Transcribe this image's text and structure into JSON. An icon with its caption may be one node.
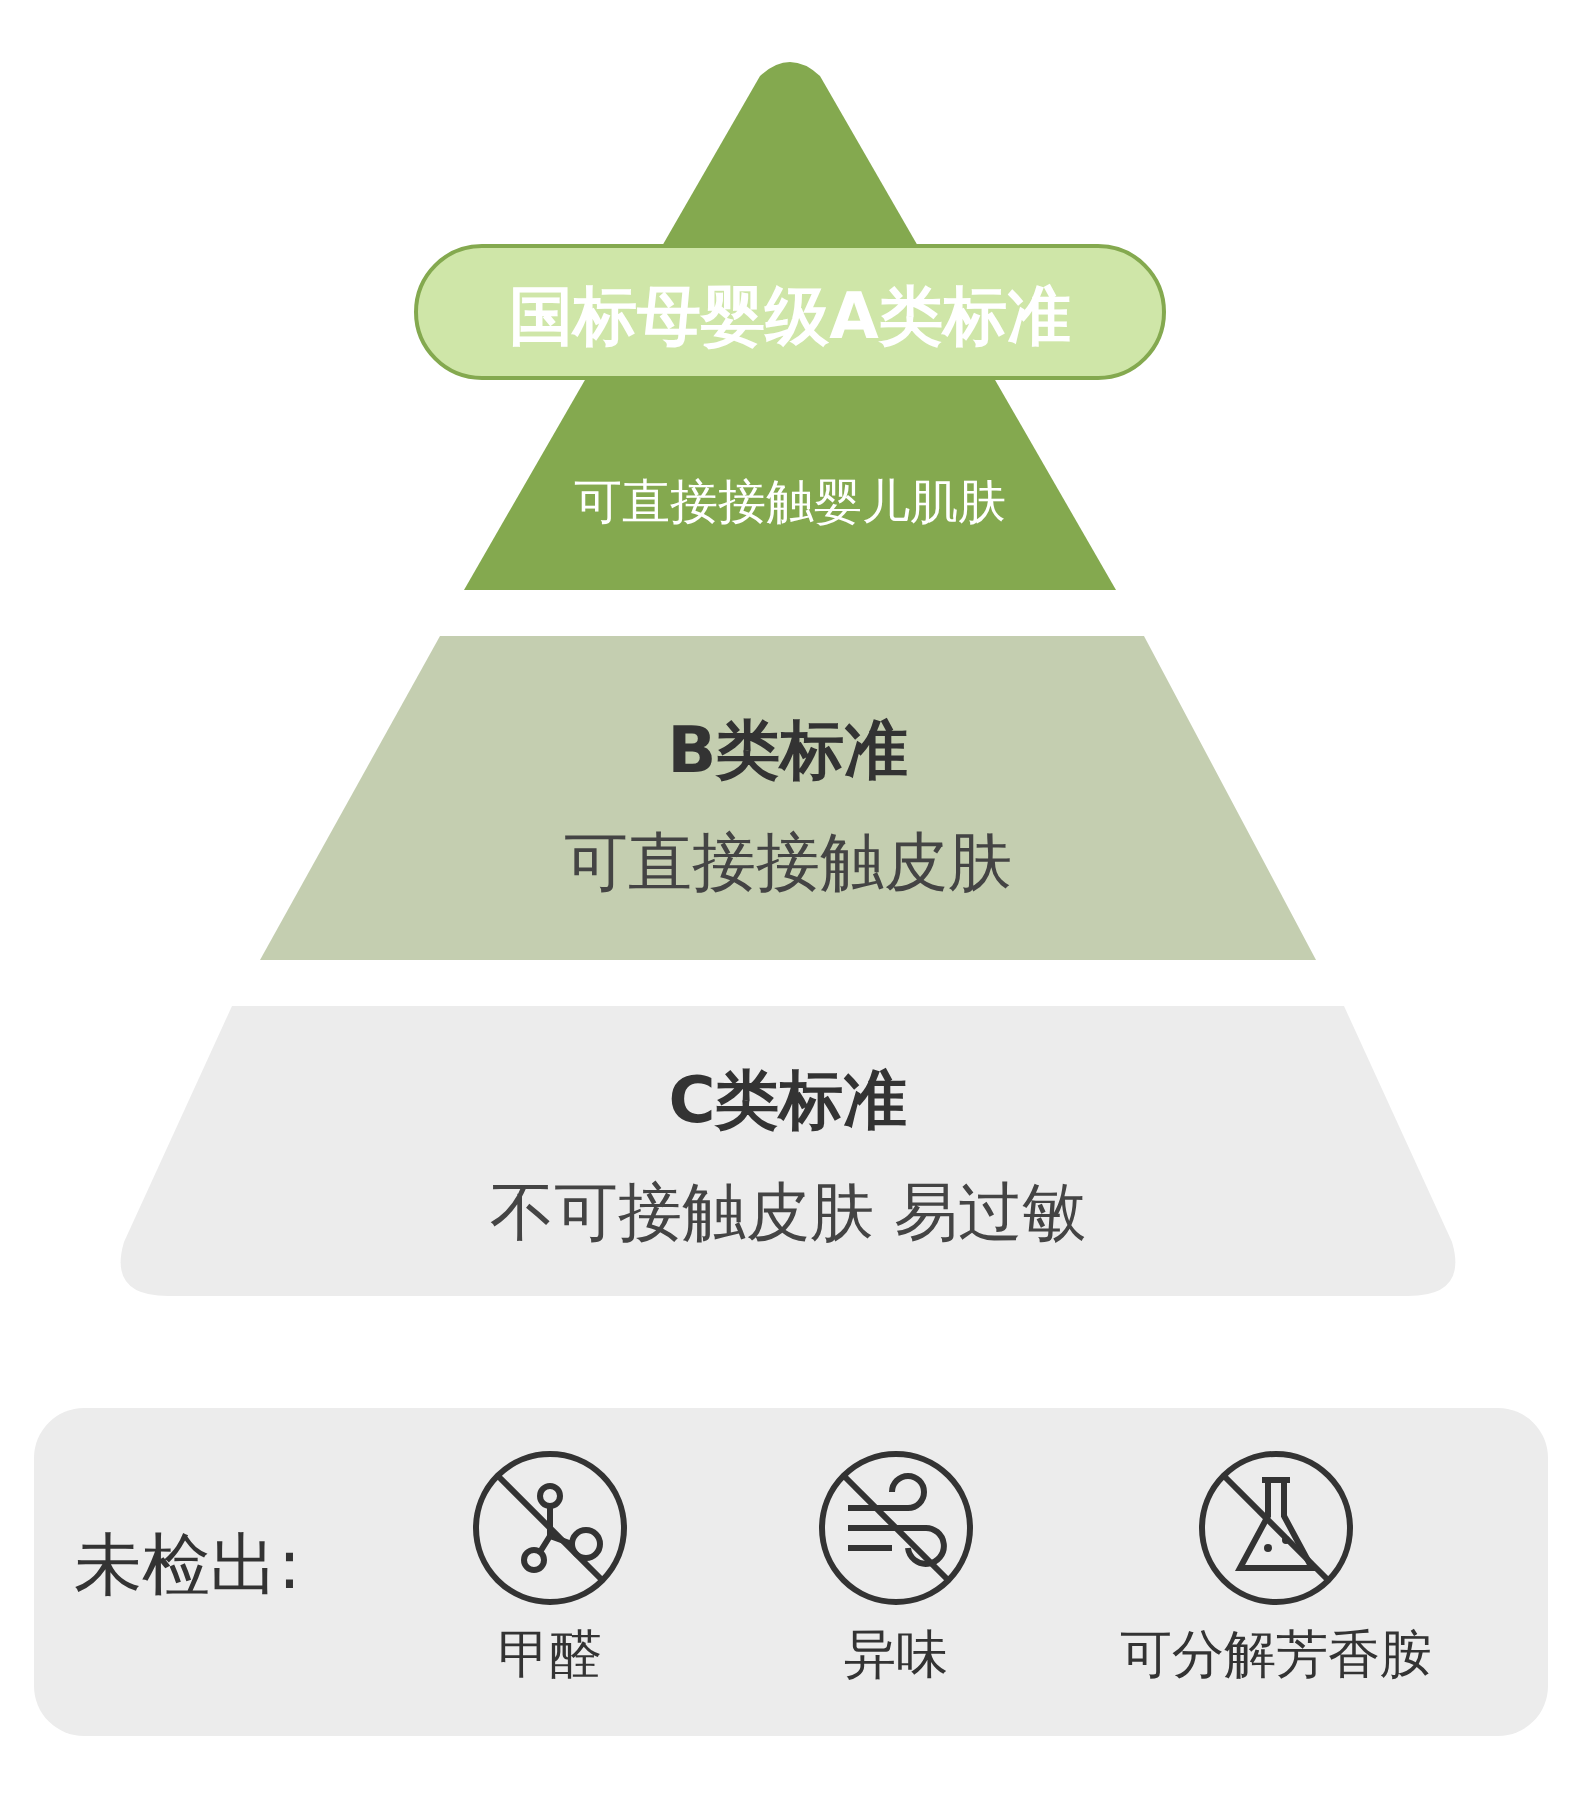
{
  "diagram": {
    "nodes": [
      {
        "text": [
          "国标母婴级A类标准"
        ]
      },
      {
        "text": [
          "可直接接触婴儿肌肤"
        ]
      },
      {
        "text": [
          "B类标准",
          "可直接接触皮肤"
        ]
      },
      {
        "text": [
          "C类标准",
          "不可接触皮肤 易过敏"
        ]
      },
      {
        "text": [
          "未检出:"
        ]
      }
    ],
    "edges": [],
    "labels": [
      "甲醛",
      "异味",
      "可分解芳香胺"
    ]
  }
}
